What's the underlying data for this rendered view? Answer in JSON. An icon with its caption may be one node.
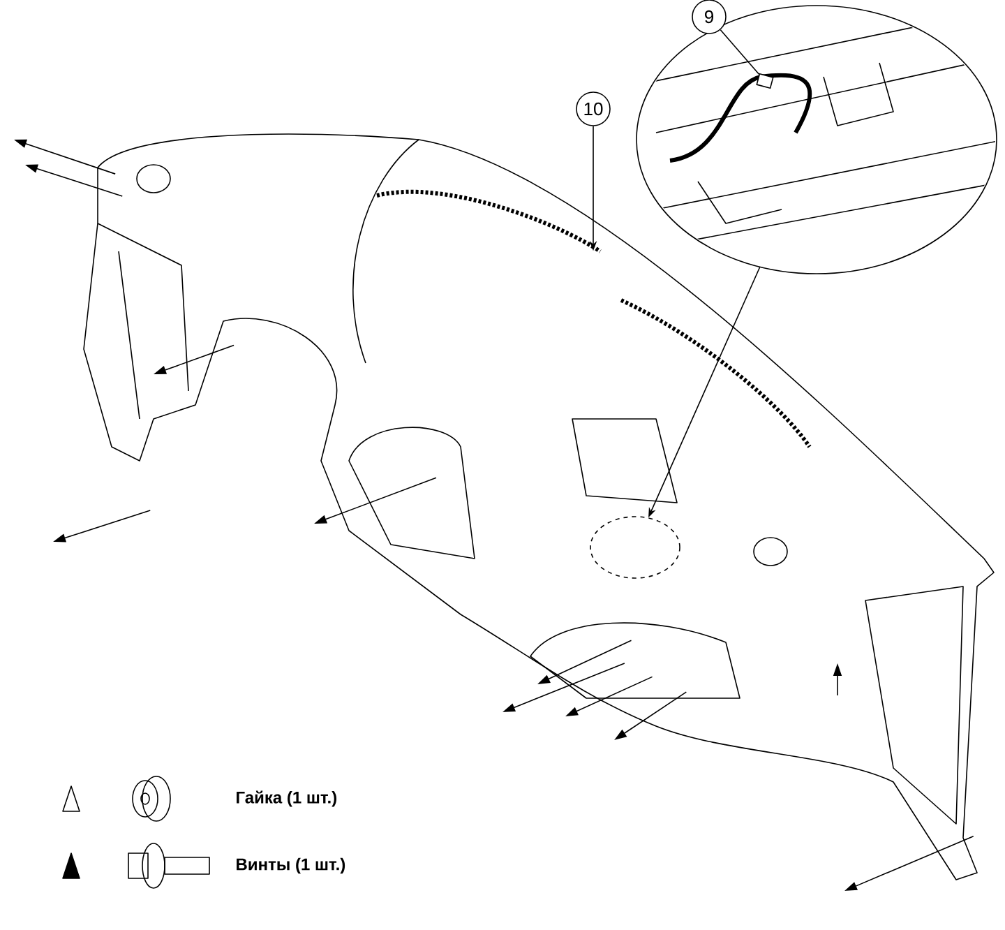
{
  "diagram": {
    "nodes": [
      {
        "text": [
          "10"
        ]
      },
      {
        "text": [
          "9"
        ]
      },
      {
        "text": [],
        "shape": "picture"
      },
      {
        "text": [],
        "shape": "picture"
      },
      {
        "text": [],
        "shape": "circle",
        "in": 2
      },
      {
        "text": [],
        "shape": "picture",
        "in": 3
      }
    ],
    "edges": [
      {
        "from": 0,
        "to": 2,
        "arrow": "to"
      },
      {
        "from": 1,
        "to": 5,
        "arrow": "none"
      },
      {
        "from": 3,
        "to": 4,
        "arrow": "to"
      }
    ],
    "legend": [
      {
        "text": "Гайка (1 шт.)"
      },
      {
        "text": "Винты (1 шт.)"
      }
    ]
  }
}
